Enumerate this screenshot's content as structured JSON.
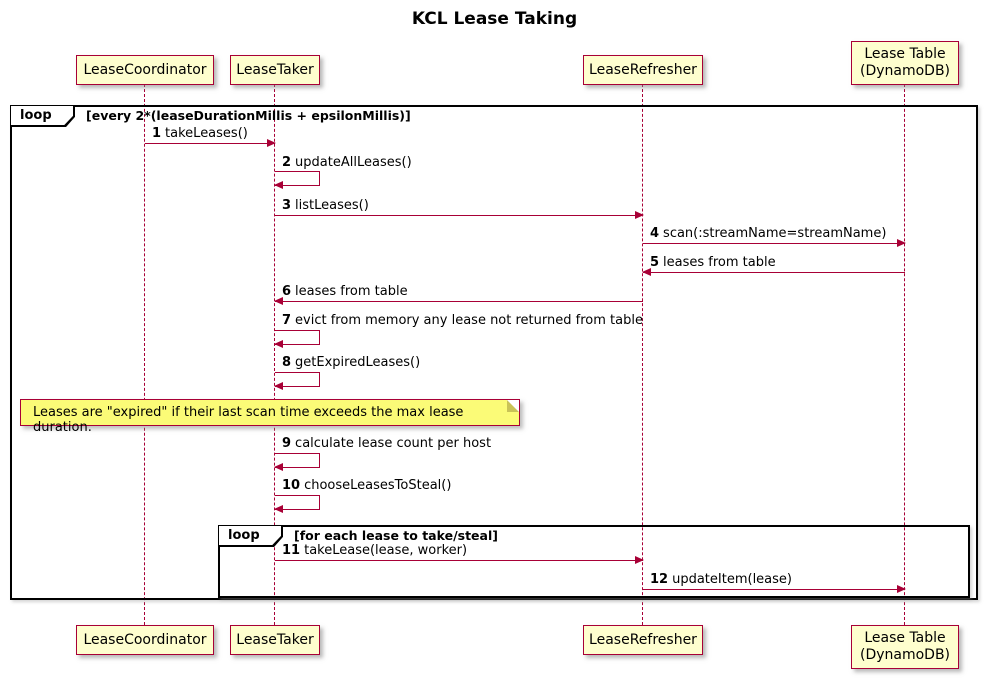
{
  "title": "KCL Lease Taking",
  "participants": {
    "coordinator": "LeaseCoordinator",
    "taker": "LeaseTaker",
    "refresher": "LeaseRefresher",
    "table": "Lease Table\n(DynamoDB)"
  },
  "loops": {
    "outer": {
      "keyword": "loop",
      "condition": "[every 2*(leaseDurationMillis + epsilonMillis)]"
    },
    "inner": {
      "keyword": "loop",
      "condition": "[for each lease to take/steal]"
    }
  },
  "note": "Leases are \"expired\" if their last scan time exceeds the max lease duration.",
  "messages": [
    {
      "num": "1",
      "text": "takeLeases()",
      "from": "LeaseCoordinator",
      "to": "LeaseTaker"
    },
    {
      "num": "2",
      "text": "updateAllLeases()",
      "from": "LeaseTaker",
      "to": "LeaseTaker"
    },
    {
      "num": "3",
      "text": "listLeases()",
      "from": "LeaseTaker",
      "to": "LeaseRefresher"
    },
    {
      "num": "4",
      "text": "scan(:streamName=streamName)",
      "from": "LeaseRefresher",
      "to": "Lease Table (DynamoDB)"
    },
    {
      "num": "5",
      "text": "leases from table",
      "from": "Lease Table (DynamoDB)",
      "to": "LeaseRefresher"
    },
    {
      "num": "6",
      "text": "leases from table",
      "from": "LeaseRefresher",
      "to": "LeaseTaker"
    },
    {
      "num": "7",
      "text": "evict from memory any lease not returned from table",
      "from": "LeaseTaker",
      "to": "LeaseTaker"
    },
    {
      "num": "8",
      "text": "getExpiredLeases()",
      "from": "LeaseTaker",
      "to": "LeaseTaker"
    },
    {
      "num": "9",
      "text": "calculate lease count per host",
      "from": "LeaseTaker",
      "to": "LeaseTaker"
    },
    {
      "num": "10",
      "text": "chooseLeasesToSteal()",
      "from": "LeaseTaker",
      "to": "LeaseTaker"
    },
    {
      "num": "11",
      "text": "takeLease(lease, worker)",
      "from": "LeaseTaker",
      "to": "LeaseRefresher"
    },
    {
      "num": "12",
      "text": "updateItem(lease)",
      "from": "LeaseRefresher",
      "to": "Lease Table (DynamoDB)"
    }
  ],
  "colors": {
    "accent": "#A80036",
    "participant_fill": "#FEFECE",
    "note_fill": "#FBFB77",
    "frame_border": "#000000"
  }
}
